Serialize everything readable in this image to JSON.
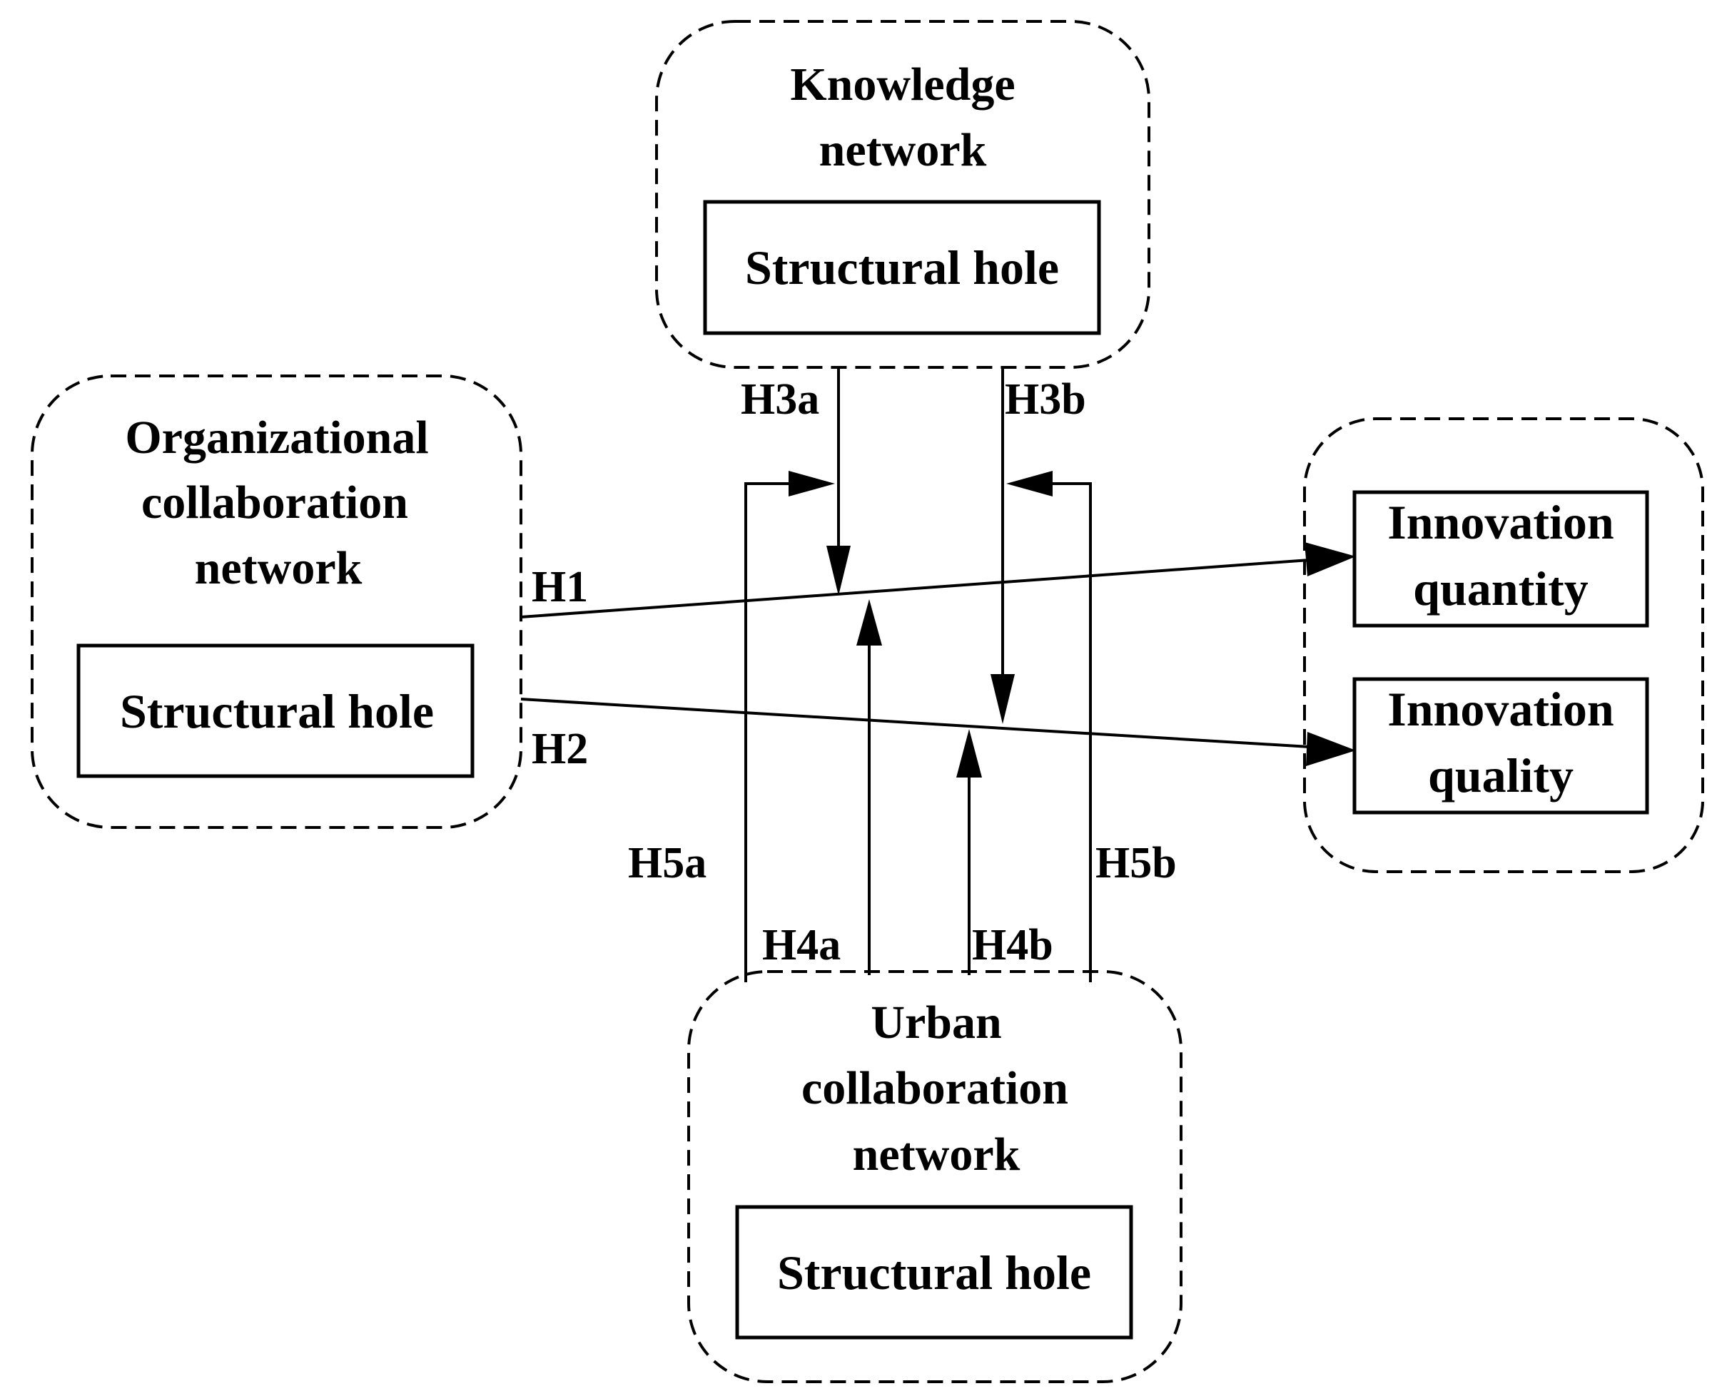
{
  "groups": {
    "knowledge": {
      "title_line1": "Knowledge",
      "title_line2": "network",
      "box": "Structural hole"
    },
    "organizational": {
      "title_line1": "Organizational",
      "title_line2": "collaboration",
      "title_line3": "network",
      "box": "Structural hole"
    },
    "urban": {
      "title_line1": "Urban",
      "title_line2": "collaboration",
      "title_line3": "network",
      "box": "Structural hole"
    },
    "outcomes": {
      "quantity_line1": "Innovation",
      "quantity_line2": "quantity",
      "quality_line1": "Innovation",
      "quality_line2": "quality"
    }
  },
  "hypotheses": {
    "h1": "H1",
    "h2": "H2",
    "h3a": "H3a",
    "h3b": "H3b",
    "h4a": "H4a",
    "h4b": "H4b",
    "h5a": "H5a",
    "h5b": "H5b"
  }
}
